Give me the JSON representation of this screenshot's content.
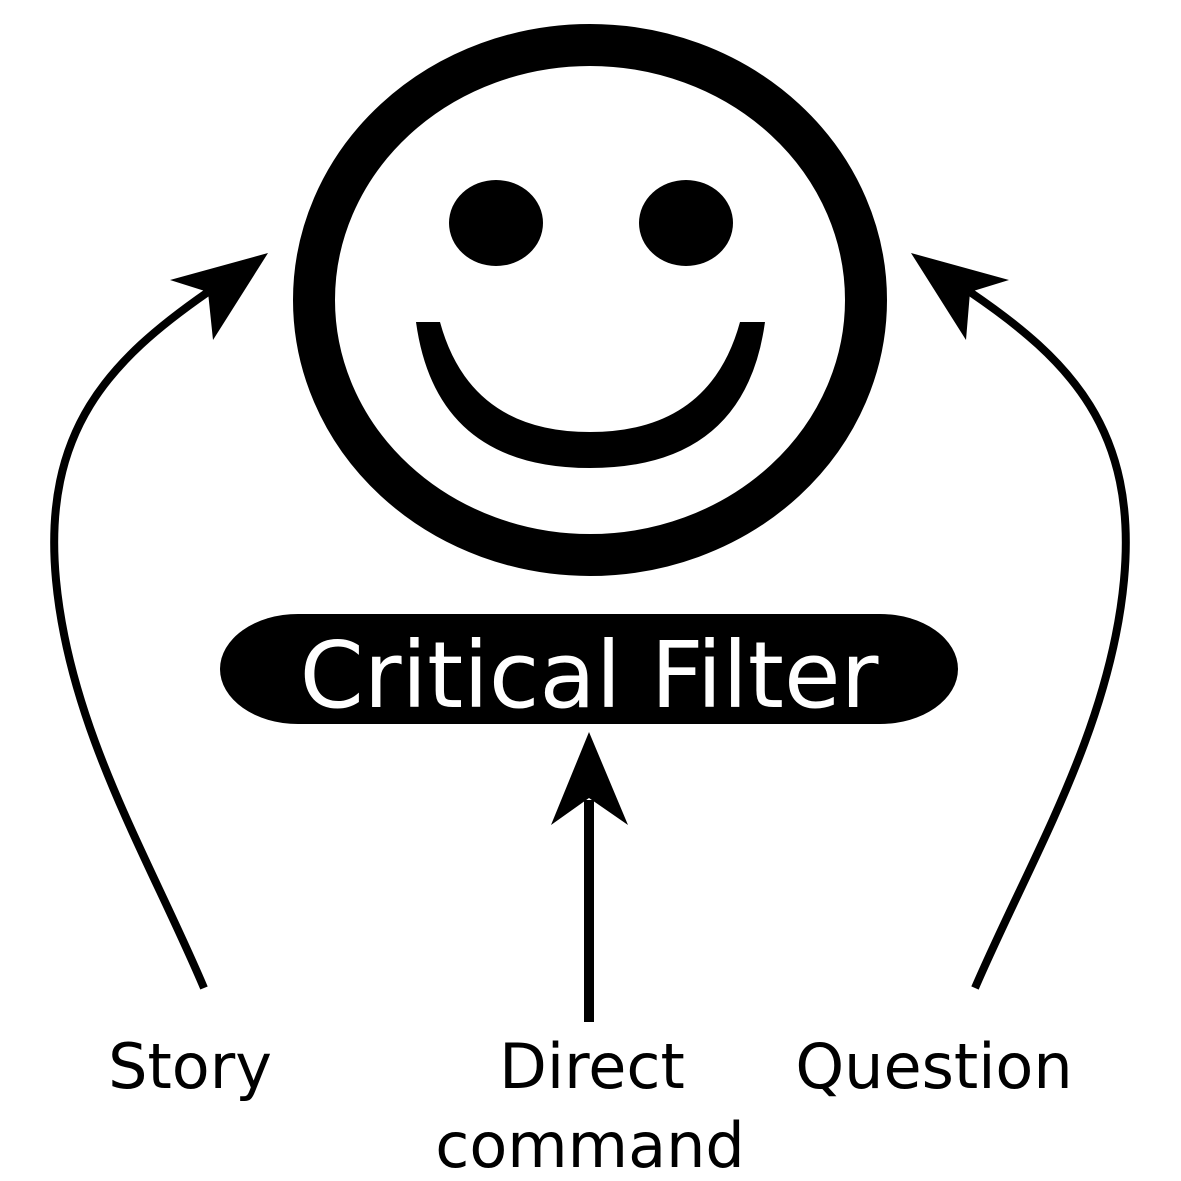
{
  "filter": {
    "label": "Critical Filter"
  },
  "inputs": {
    "story": "Story",
    "direct_line1": "Direct",
    "direct_line2": "command",
    "question": "Question"
  },
  "icons": {
    "face": "smiley-face-icon"
  },
  "colors": {
    "ink": "#000000",
    "paper": "#ffffff"
  }
}
